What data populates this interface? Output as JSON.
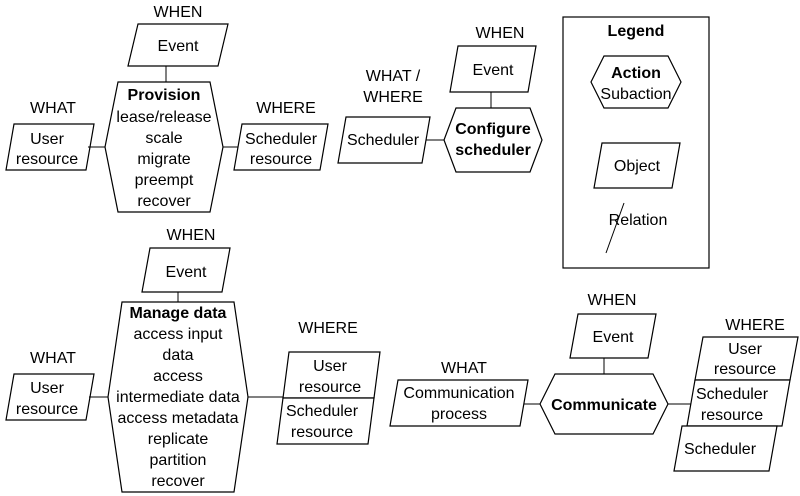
{
  "provision": {
    "when_label": "WHEN",
    "event": "Event",
    "action": "Provision",
    "subactions": [
      "lease/release",
      "scale",
      "migrate",
      "preempt",
      "recover"
    ],
    "what_label": "WHAT",
    "what_object": [
      "User",
      "resource"
    ],
    "where_label": "WHERE",
    "where_object": [
      "Scheduler",
      "resource"
    ]
  },
  "configure": {
    "when_label": "WHEN",
    "event": "Event",
    "action": [
      "Configure",
      "scheduler"
    ],
    "what_where_label": [
      "WHAT /",
      "WHERE"
    ],
    "object": "Scheduler"
  },
  "legend": {
    "title": "Legend",
    "action": "Action",
    "subaction": "Subaction",
    "object": "Object",
    "relation": "Relation"
  },
  "manage": {
    "when_label": "WHEN",
    "event": "Event",
    "action": "Manage data",
    "subactions": [
      "access input",
      "data",
      "access",
      "intermediate data",
      "access metadata",
      "replicate",
      "partition",
      "recover"
    ],
    "what_label": "WHAT",
    "what_object": [
      "User",
      "resource"
    ],
    "where_label": "WHERE",
    "where_objects": [
      [
        "User",
        "resource"
      ],
      [
        "Scheduler",
        "resource"
      ]
    ]
  },
  "communicate": {
    "when_label": "WHEN",
    "event": "Event",
    "action": "Communicate",
    "what_label": "WHAT",
    "what_object": [
      "Communication",
      "process"
    ],
    "where_label": "WHERE",
    "where_objects": [
      [
        "User",
        "resource"
      ],
      [
        "Scheduler",
        "resource"
      ],
      [
        "Scheduler"
      ]
    ]
  }
}
